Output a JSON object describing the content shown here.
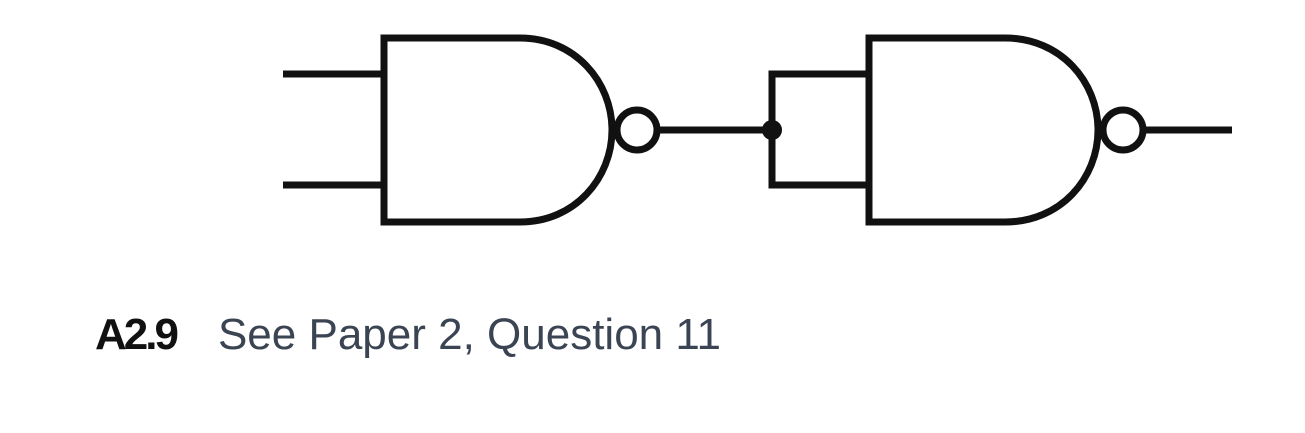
{
  "caption": {
    "number": "A2.9",
    "text": "See Paper 2, Question 11"
  },
  "diagram": {
    "gates": [
      {
        "type": "NAND",
        "inputs": 2,
        "role": "first-gate"
      },
      {
        "type": "NAND",
        "inputs": 2,
        "role": "second-gate",
        "inputs_tied": true
      }
    ],
    "colors": {
      "line": "#111111",
      "caption_text": "#3a4452"
    }
  }
}
